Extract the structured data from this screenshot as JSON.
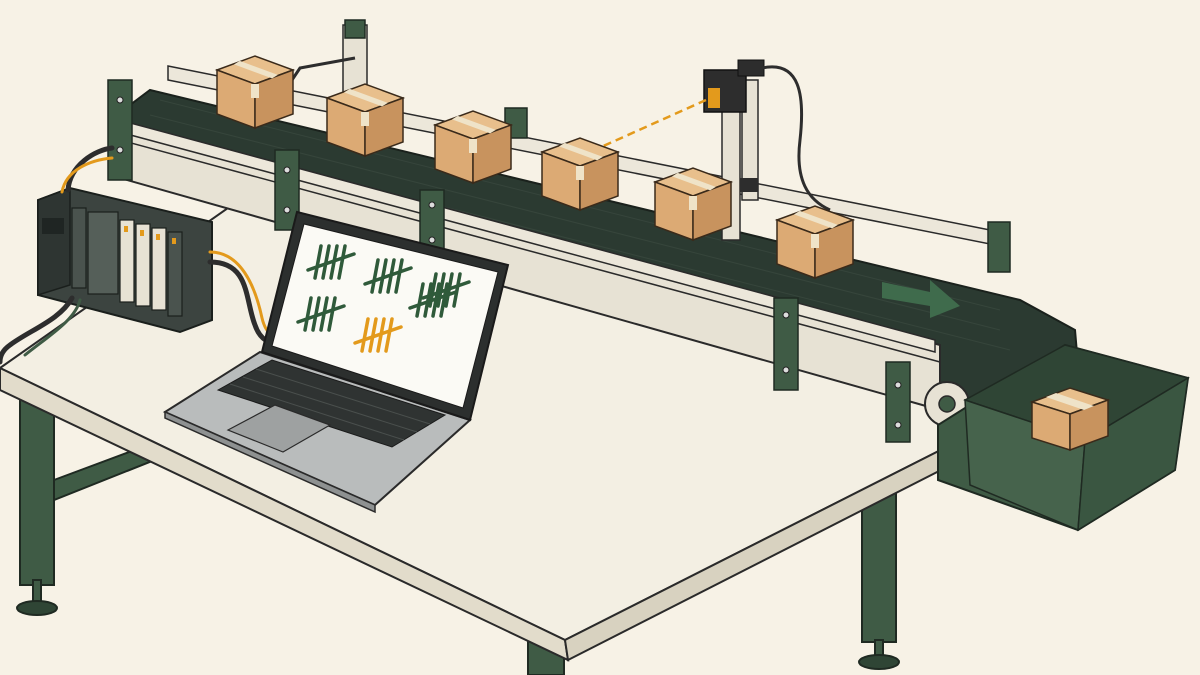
{
  "scene": {
    "colors": {
      "background": "#f7f2e6",
      "table_top": "#f3efe3",
      "table_edge": "#e2dccb",
      "frame_green": "#3f5b45",
      "frame_green_dark": "#2f4535",
      "belt": "#2b3a31",
      "rail": "#e7e2d4",
      "box_face": "#dcaa74",
      "box_top": "#e8bf8c",
      "box_side": "#c8935e",
      "tape": "#efe3c8",
      "accent_orange": "#e39a1c",
      "tally_green": "#2f5a3a",
      "laptop_body": "#b9bcbc",
      "screen_bg": "#fbfaf5",
      "sensor_body": "#2d2d2d",
      "plc_dark": "#3c4440"
    },
    "tally": {
      "groups_green": 5,
      "groups_orange": 1,
      "per_group": 5
    },
    "boxes_on_belt": 6,
    "boxes_in_bin": 1,
    "icons": [
      "arrow-right-icon",
      "sensor-beam"
    ]
  }
}
